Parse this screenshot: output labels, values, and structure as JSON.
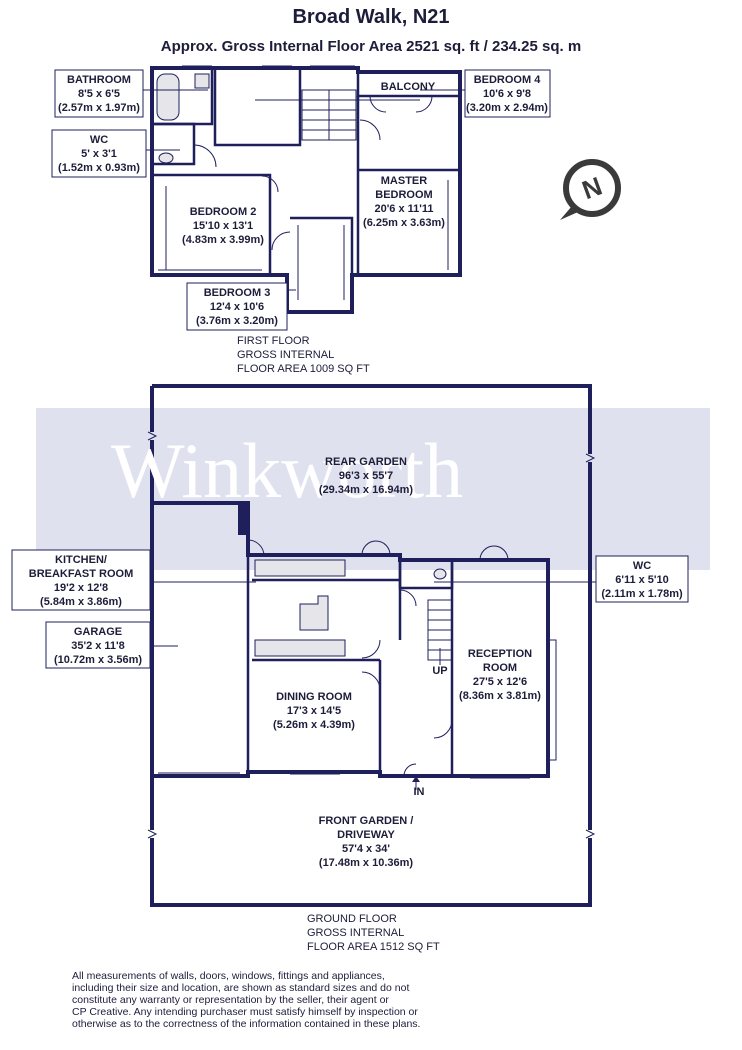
{
  "header": {
    "title": "Broad Walk, N21",
    "subtitle": "Approx. Gross Internal Floor Area 2521 sq. ft / 234.25 sq. m"
  },
  "watermark": "Winkworth",
  "compass": {
    "letter": "N"
  },
  "first_floor": {
    "note": [
      "FIRST FLOOR",
      "GROSS INTERNAL",
      "FLOOR AREA 1009 SQ FT"
    ],
    "rooms": {
      "bathroom": [
        "BATHROOM",
        "8'5 x 6'5",
        "(2.57m x 1.97m)"
      ],
      "wc": [
        "WC",
        "5' x 3'1",
        "(1.52m x 0.93m)"
      ],
      "bedroom2": [
        "BEDROOM 2",
        "15'10 x 13'1",
        "(4.83m x 3.99m)"
      ],
      "bedroom3": [
        "BEDROOM 3",
        "12'4 x 10'6",
        "(3.76m x 3.20m)"
      ],
      "balcony": [
        "BALCONY"
      ],
      "bedroom4": [
        "BEDROOM 4",
        "10'6 x 9'8",
        "(3.20m x 2.94m)"
      ],
      "master": [
        "MASTER",
        "BEDROOM",
        "20'6 x 11'11",
        "(6.25m x 3.63m)"
      ]
    }
  },
  "ground_floor": {
    "note": [
      "GROUND FLOOR",
      "GROSS INTERNAL",
      "FLOOR AREA 1512 SQ FT"
    ],
    "rooms": {
      "rear_garden": [
        "REAR GARDEN",
        "96'3 x 55'7",
        "(29.34m x 16.94m)"
      ],
      "kitchen": [
        "KITCHEN/",
        "BREAKFAST ROOM",
        "19'2 x 12'8",
        "(5.84m x 3.86m)"
      ],
      "garage": [
        "GARAGE",
        "35'2 x 11'8",
        "(10.72m x 3.56m)"
      ],
      "dining": [
        "DINING ROOM",
        "17'3 x 14'5",
        "(5.26m x 4.39m)"
      ],
      "reception": [
        "RECEPTION",
        "ROOM",
        "27'5 x 12'6",
        "(8.36m x 3.81m)"
      ],
      "wc": [
        "WC",
        "6'11 x 5'10",
        "(2.11m x 1.78m)"
      ],
      "front_garden": [
        "FRONT GARDEN /",
        "DRIVEWAY",
        "57'4 x 34'",
        "(17.48m x 10.36m)"
      ],
      "up": "UP",
      "in": "IN"
    }
  },
  "disclaimer": [
    "All measurements of walls, doors, windows, fittings and appliances,",
    "including their size and location, are shown as standard sizes and do not",
    "constitute any warranty or representation by the seller, their agent or",
    "CP Creative. Any intending purchaser must satisfy himself by inspection or",
    "otherwise as to the correctness of the information contained in these plans."
  ],
  "colors": {
    "wall": "#1f1f5c",
    "watermark_band": "#dfe1ee",
    "watermark_text": "#ffffff"
  }
}
